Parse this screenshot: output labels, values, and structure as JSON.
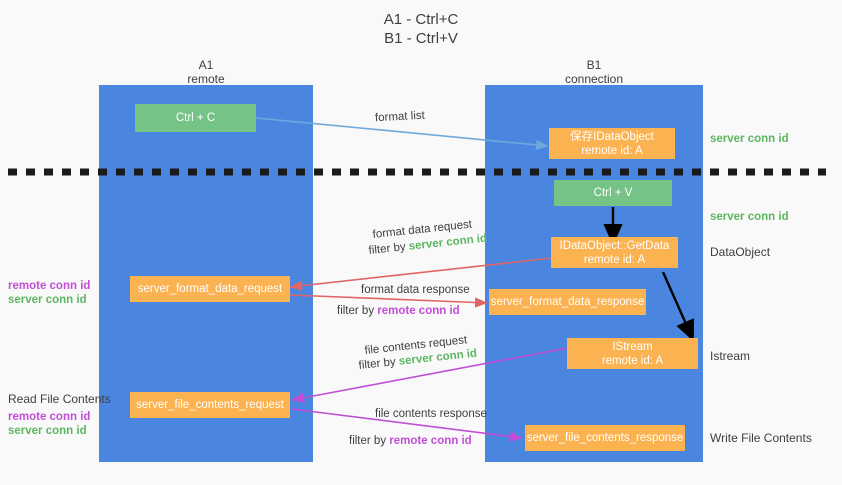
{
  "title": "A1 - Ctrl+C\nB1 - Ctrl+V",
  "colors": {
    "lane": "#4a86e0",
    "green_node": "#76c387",
    "orange_node": "#fbb250",
    "server_conn": "#5cb660",
    "remote_conn": "#c14fd6",
    "arrow_blue": "#6fa8dc",
    "arrow_red": "#e06666",
    "arrow_magenta": "#c14fd6",
    "arrow_black": "#000000",
    "background": "#f9f9f9",
    "text": "#3c4043"
  },
  "columns": [
    {
      "name": "A1",
      "sub": "remote"
    },
    {
      "name": "B1",
      "sub": "connection"
    }
  ],
  "nodes": {
    "ctrl_c": {
      "label": "Ctrl + C"
    },
    "ctrl_v": {
      "label": "Ctrl + V"
    },
    "save_idataobject": {
      "line1": "保存IDataObject",
      "line2": "remote id: A"
    },
    "getdata": {
      "line1": "IDataObject::GetData",
      "line2": "remote id: A"
    },
    "istream": {
      "line1": "IStream",
      "line2": "remote id: A"
    },
    "server_format_data_request": {
      "label": "server_format_data_request"
    },
    "server_format_data_response": {
      "label": "server_format_data_response"
    },
    "server_file_contents_request": {
      "label": "server_file_contents_request"
    },
    "server_file_contents_response": {
      "label": "server_file_contents_response"
    }
  },
  "edge_captions": {
    "format_list": "format list",
    "format_data_request": "format data request",
    "format_data_request_filter_prefix": "filter by ",
    "format_data_request_filter_value": "server conn id",
    "format_data_response": "format data response",
    "format_data_response_filter_prefix": "filter by ",
    "format_data_response_filter_value": "remote conn id",
    "file_contents_request": "file contents request",
    "file_contents_request_filter_prefix": "filter by ",
    "file_contents_request_filter_value": "server conn id",
    "file_contents_response": "file contents response",
    "file_contents_response_filter_prefix": "filter by ",
    "file_contents_response_filter_value": "remote conn id"
  },
  "right_labels": {
    "server_conn_id_top": "server conn id",
    "server_conn_id_second": "server conn id",
    "dataobject": "DataObject",
    "istream": "Istream",
    "write_file_contents": "Write File Contents"
  },
  "left_labels": {
    "format_remote": "remote conn id",
    "format_server": "server conn id",
    "read_file_contents": "Read File Contents",
    "file_remote": "remote conn id",
    "file_server": "server conn id"
  }
}
